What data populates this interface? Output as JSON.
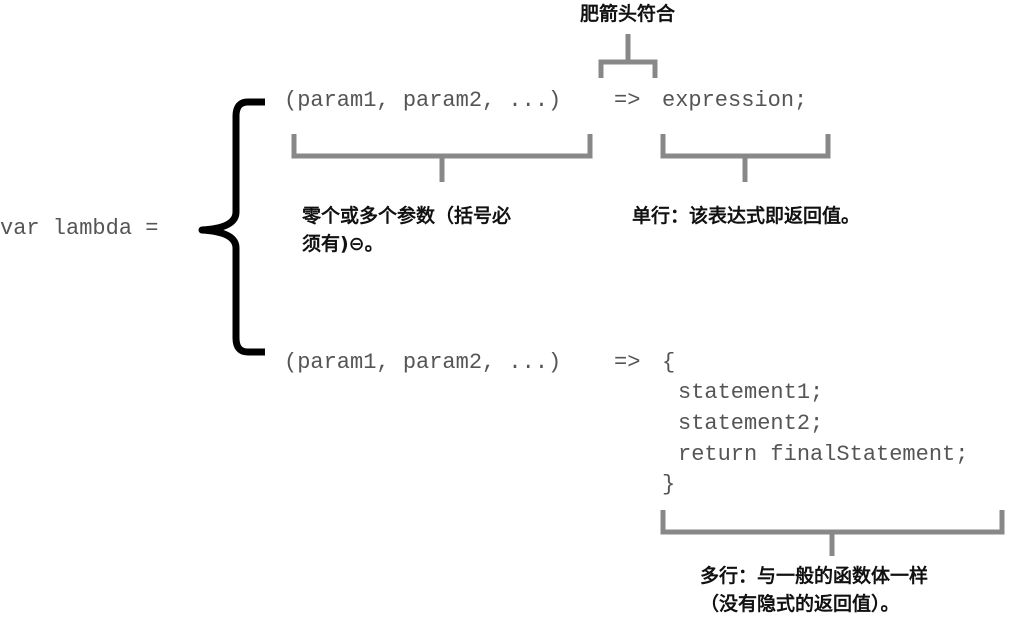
{
  "title_label": "肥箭头符合",
  "assignment": "var lambda =",
  "single_line": {
    "params": "(param1, param2, ...)",
    "arrow": "=>",
    "expression": "expression;",
    "params_note_line1": "零个或多个参数（括号必",
    "params_note_line2": "须有)⊖。",
    "expression_note": "单行：该表达式即返回值。"
  },
  "multi_line": {
    "params": "(param1, param2, ...)",
    "arrow": "=>",
    "open_brace": "{",
    "statements": [
      "statement1;",
      "statement2;",
      "return finalStatement;"
    ],
    "close_brace": "}",
    "body_note_line1": "多行：与一般的函数体一样",
    "body_note_line2": "（没有隐式的返回值）。"
  },
  "colors": {
    "code_text": "#555555",
    "bracket_gray": "#888888",
    "brace_black": "#000000",
    "note_text": "#111111"
  }
}
